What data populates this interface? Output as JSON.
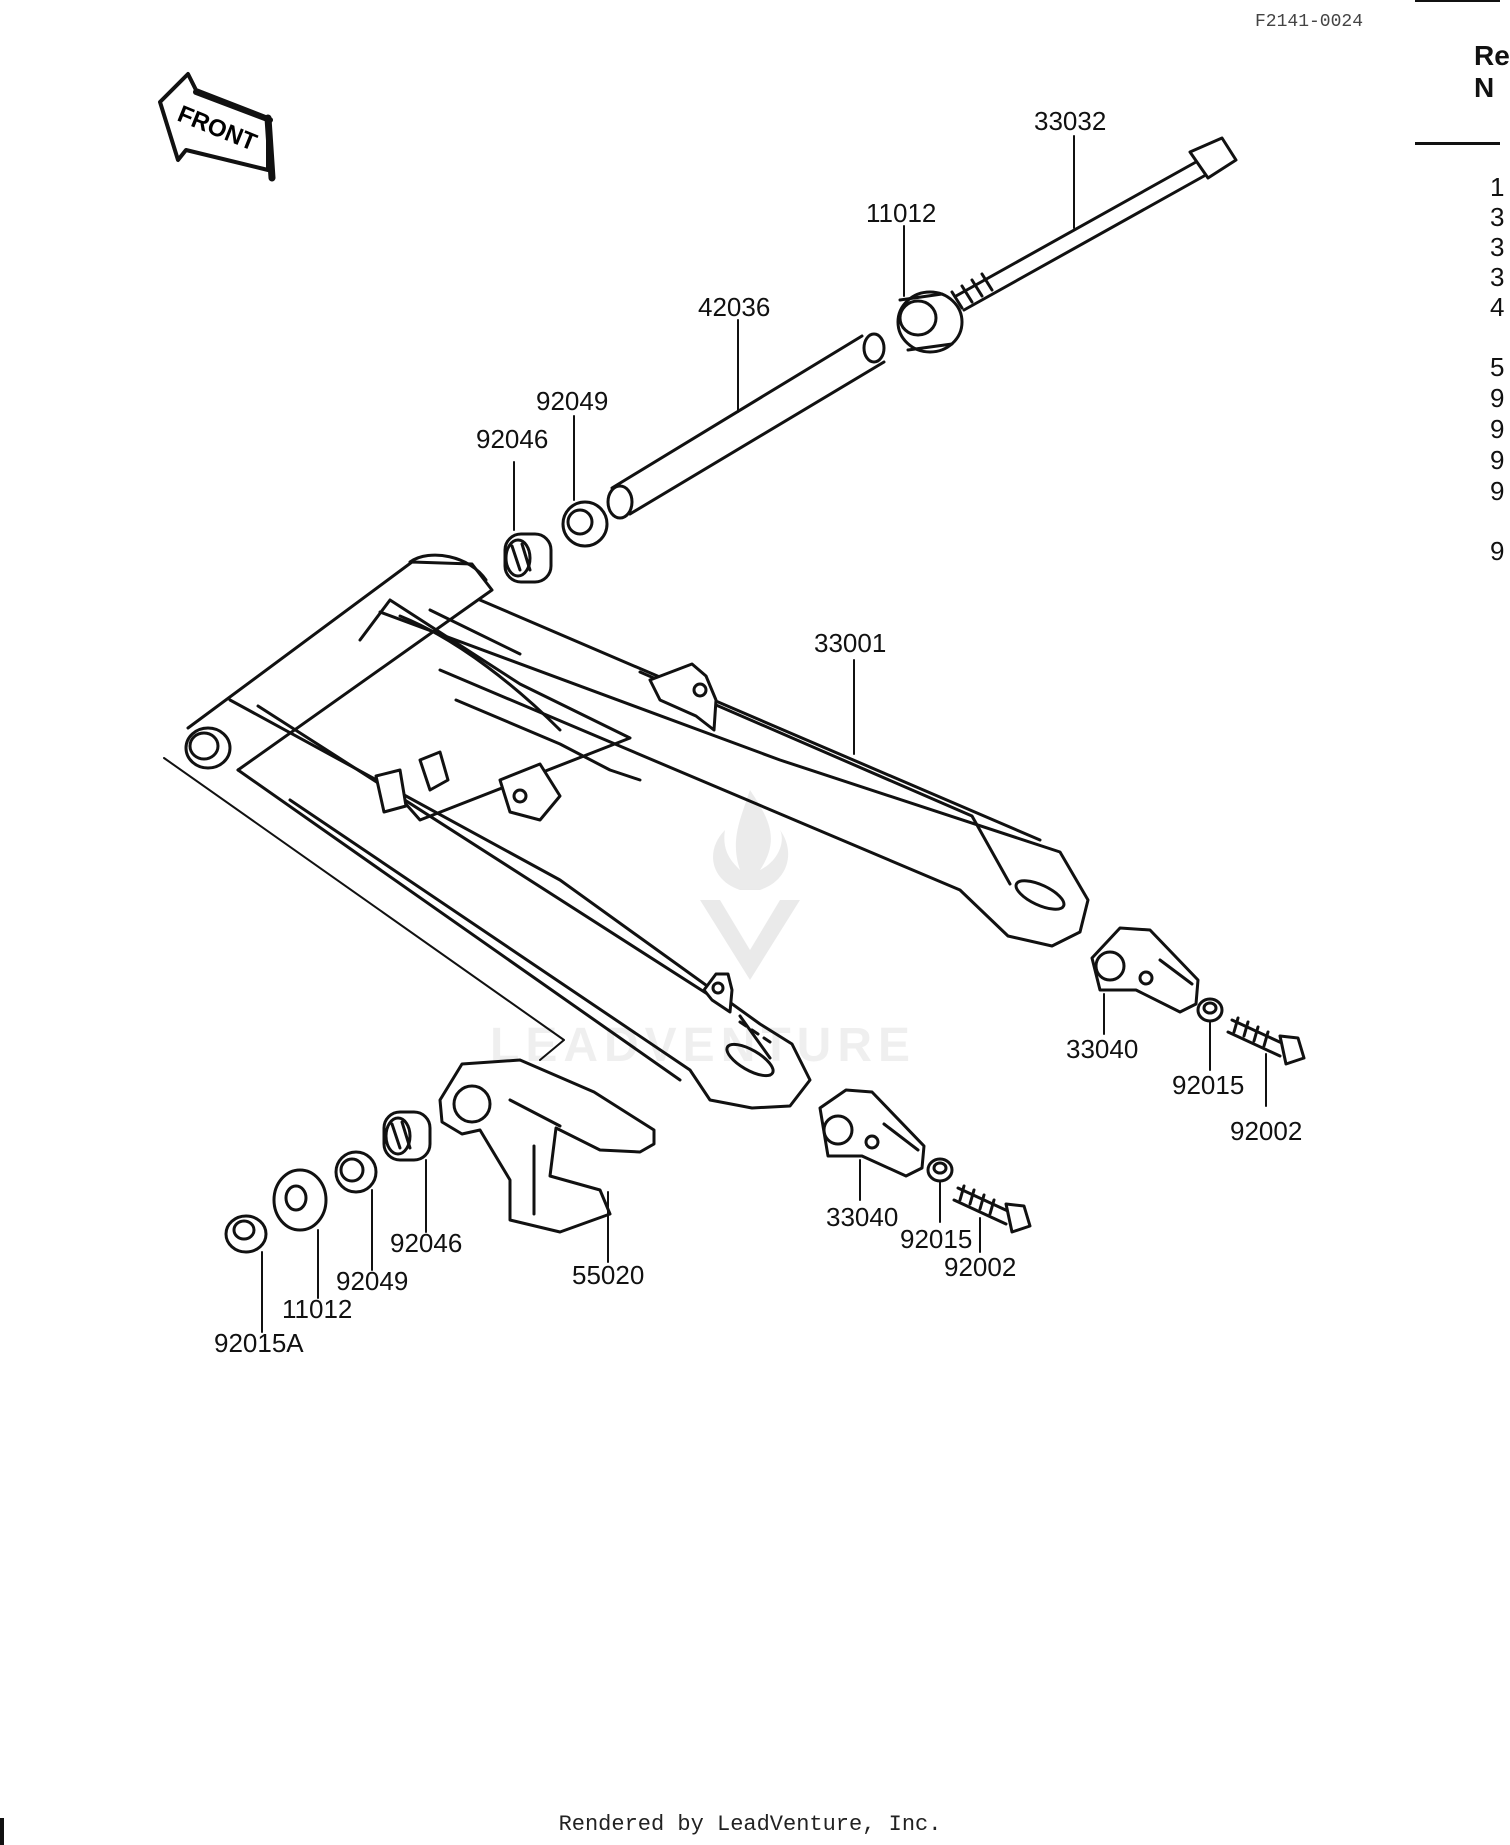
{
  "header": {
    "figure_code": "F2141-0024",
    "ref_label_line1": "Re",
    "ref_label_line2": "N"
  },
  "side_column": [
    "1",
    "3",
    "3",
    "3",
    "4",
    "5",
    "9",
    "9",
    "9",
    "9",
    "9"
  ],
  "front_label": "FRONT",
  "callouts": {
    "c33032": "33032",
    "c11012_top": "11012",
    "c42036": "42036",
    "c92049_top": "92049",
    "c92046_top": "92046",
    "c33001": "33001",
    "c33040_right": "33040",
    "c92015_right": "92015",
    "c92002_right": "92002",
    "c33040_left": "33040",
    "c92015_left": "92015",
    "c92002_left": "92002",
    "c55020": "55020",
    "c92046_bottom": "92046",
    "c92049_bottom": "92049",
    "c11012_bottom": "11012",
    "c92015A": "92015A"
  },
  "watermark": "LEADVENTURE",
  "footer": "Rendered by LeadVenture, Inc."
}
